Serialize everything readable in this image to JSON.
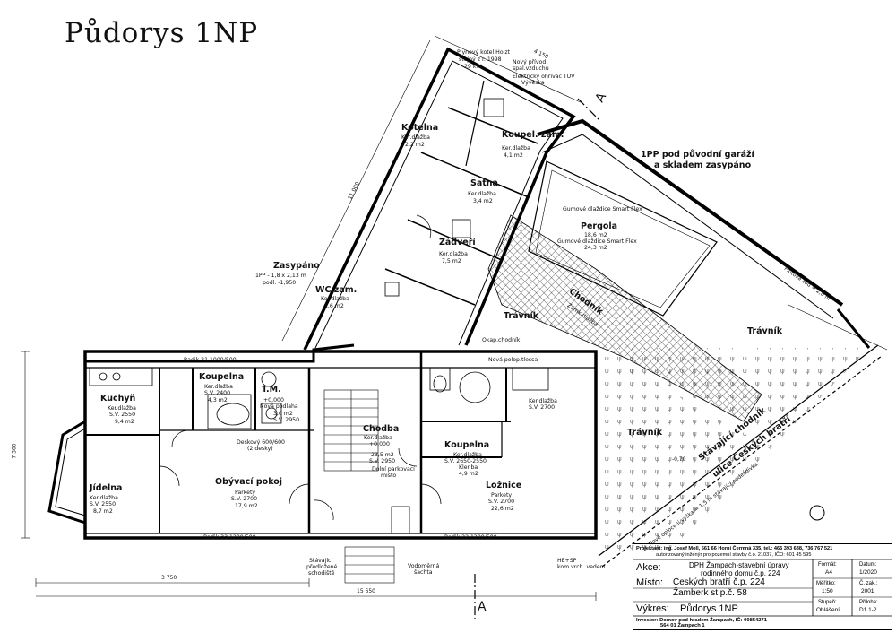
{
  "title": "Půdorys 1NP",
  "rooms": {
    "kotelna": {
      "name": "Kotelna",
      "floor": "Ker.dlažba",
      "area": "2,2 m2"
    },
    "koupelna_zam": {
      "name": "Koupel. zam.",
      "floor": "Ker.dlažba",
      "area": "4,1 m2"
    },
    "satna": {
      "name": "Šatna",
      "floor": "Ker.dlažba",
      "area": "3,4 m2"
    },
    "zadveri": {
      "name": "Zádveří",
      "floor": "Ker.dlažba",
      "area": "7,5 m2"
    },
    "wc_zam": {
      "name": "WC zam.",
      "floor": "Ker.dlažba",
      "area": "1,6 m2"
    },
    "pergola": {
      "name": "Pergola",
      "area1": "18,6 m2",
      "floor": "Gumové dlaždice Smart Flex",
      "area2": "24,3 m2"
    },
    "kuchyn": {
      "name": "Kuchyň",
      "floor": "Ker.dlažba",
      "height": "S.V. 2550",
      "area": "9,4 m2"
    },
    "koupelna1": {
      "name": "Koupelna",
      "floor": "Ker.dlažba",
      "height": "S.V. 2400",
      "area": "4,3 m2"
    },
    "tm": {
      "name": "T.M.",
      "level": "+0,000",
      "floor": "Nová podlaha",
      "area": "3,0 m2",
      "height": "S.V. 2950"
    },
    "jidelna": {
      "name": "Jídelna",
      "floor": "Ker.dlažba",
      "height": "S.V. 2550",
      "area": "8,7 m2"
    },
    "obyvaci": {
      "name": "Obývací pokoj",
      "floor": "Parkety",
      "height": "S.V. 2700",
      "area": "17,9 m2"
    },
    "chodba": {
      "name": "Chodba",
      "floor": "Ker.dlažba",
      "level": "+0,000",
      "area": "23,5 m2",
      "height": "S.V. 2950"
    },
    "koupelna2": {
      "name": "Koupelna",
      "floor": "Ker.dlažba",
      "height": "S.V. 2650-2550",
      "note": "Klenba",
      "area": "4,9 m2"
    },
    "loznice": {
      "name": "Ložnice",
      "floor": "Parkety",
      "height": "S.V. 2700",
      "area": "22,6 m2"
    },
    "room_east": {
      "floor": "Ker.dlažba",
      "height": "S.V. 2700"
    }
  },
  "labels": {
    "zasypano": "Zasypáno",
    "zasypano_sub1": "1PP - 1,8 x 2,13 m",
    "zasypano_sub2": "podl. -1,950",
    "garaz1": "1PP pod původní garáží",
    "garaz2": "a skladem zasypáno",
    "chodnik": "Chodník",
    "chodnik_sub": "Zámk.dlažba",
    "travnik_1": "Trávník",
    "travnik_2": "Trávník",
    "travnik_3": "Trávník",
    "stavajici_chodnik1": "Stávající chodník",
    "stavajici_chodnik2": "ulice Českých bratří",
    "kotel_note1": "Plynový kotel Hoizt",
    "kotel_note2": "stejný z r. 1998",
    "kotel_note3": "29 kW",
    "spal_note1": "Nový přívod",
    "spal_note2": "spal.vzduchu",
    "tuv_note1": "Elektrický ohřívač TUV",
    "tuv_note2": "Vývěska",
    "deskovy": "Deskový 600/600",
    "deskovy_sub": "(2 desky)",
    "dolni_parkovaci": "Dolní parkovací",
    "misto": "místo",
    "vodomerna1": "Vodoměrná",
    "vodomerna2": "šachta",
    "stavajici_predlozene1": "Stávající",
    "stavajici_predlozene2": "předložené",
    "stavajici_predlozene3": "schodiště",
    "he_sp1": "HE+SP",
    "he_sp2": "kom.vrch. vedení",
    "okap_chodnik": "Okap.chodník",
    "nova_polop": "Nová polop.tlessa",
    "radik_1": "Radik 33 1200/500",
    "radik_2": "Radik 22 1200/500",
    "radik_3": "Radik 21 1000/500",
    "dim_3750": "3 750",
    "dim_15650": "15 650",
    "dim_7300": "7 300",
    "dim_11000": "11 000",
    "dim_4150": "4 150",
    "section_a": "A",
    "section_a2": "A",
    "floor_level": "-0,70",
    "nove_oplocen": "Nové oplocení výška = 1,5 m stávající podezdívka",
    "plotova_zed": "Plotová zeď = 2,0 m",
    "pergola_sub": "Gumové dlaždice Smart Flex"
  },
  "title_block": {
    "projektant": "Projektant: ing. Josef Moll, 561 66 Horní Čermná 335, tel.: 465 393 638, 736 767 521",
    "projektant2": "autorizovaný inženýr pro pozemní stavby č.o. 21037, IČO: 601 45 595",
    "akce_label": "Akce:",
    "akce": "DPH Žampach-stavební úpravy",
    "akce2": "rodinného domu č.p. 224",
    "misto_label": "Místo:",
    "misto": "Českých bratří č.p. 224",
    "misto2": "Žamberk st.p.č. 58",
    "vykres_label": "Výkres:",
    "vykres": "Půdorys 1NP",
    "investor": "Investor: Domov pod hradem Žampach, IČ: 00854271",
    "investor2": "564 01 Žampach 1",
    "format_label": "Formát:",
    "format": "A4",
    "datum_label": "Datum:",
    "datum": "1/2020",
    "meritko_label": "Měřítko:",
    "meritko": "1:50",
    "c_zak_label": "Č. zak.:",
    "c_zak": "2001",
    "stupen_label": "Stupeň:",
    "stupen": "Ohlášení",
    "priloha_label": "Příloha:",
    "priloha": "D1.1-2"
  }
}
